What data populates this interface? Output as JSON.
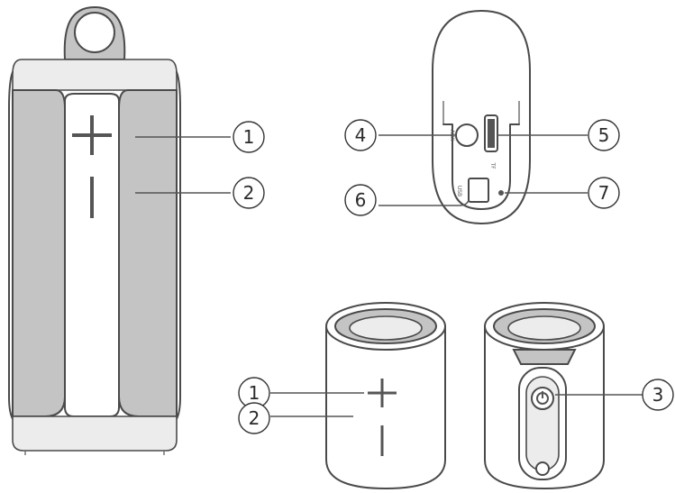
{
  "callouts": {
    "c1": "1",
    "c2": "2",
    "c3": "3",
    "c4": "4",
    "c5": "5",
    "c6": "6",
    "c7": "7"
  },
  "port_labels": {
    "aux": "AUX",
    "tf": "TF",
    "usb": "USB"
  },
  "colors": {
    "outline": "#4a4a4a",
    "panel_gray": "#c4c4c4",
    "background": "#ffffff"
  }
}
